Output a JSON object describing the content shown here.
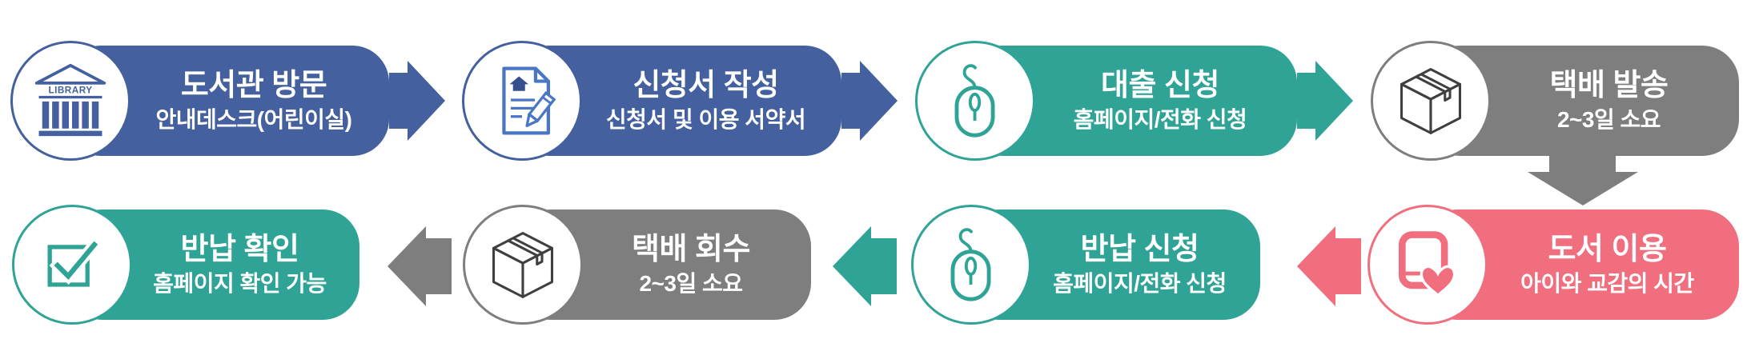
{
  "flow": {
    "title_hint": "library book home-delivery service process",
    "library_icon_text": "LIBRARY",
    "steps": [
      {
        "title": "도서관 방문",
        "subtitle": "안내데스크(어린이실)",
        "accent": "#44609e",
        "icon": "library-building-icon"
      },
      {
        "title": "신청서 작성",
        "subtitle": "신청서 및 이용 서약서",
        "accent": "#44609e",
        "icon": "application-form-pencil-icon"
      },
      {
        "title": "대출 신청",
        "subtitle": "홈페이지/전화 신청",
        "accent": "#2fa396",
        "icon": "computer-mouse-icon"
      },
      {
        "title": "택배 발송",
        "subtitle": "2~3일 소요",
        "accent": "#7e7e7e",
        "icon": "parcel-box-icon"
      },
      {
        "title": "도서 이용",
        "subtitle": "아이와 교감의 시간",
        "accent": "#f16e7e",
        "icon": "book-heart-icon"
      },
      {
        "title": "반납 신청",
        "subtitle": "홈페이지/전화 신청",
        "accent": "#2fa396",
        "icon": "computer-mouse-icon"
      },
      {
        "title": "택배 회수",
        "subtitle": "2~3일 소요",
        "accent": "#7e7e7e",
        "icon": "parcel-box-icon"
      },
      {
        "title": "반납 확인",
        "subtitle": "홈페이지 확인 가능",
        "accent": "#2fa396",
        "icon": "checkbox-check-icon"
      }
    ],
    "arrows": [
      {
        "direction": "right",
        "color": "#44609e"
      },
      {
        "direction": "right",
        "color": "#44609e"
      },
      {
        "direction": "right",
        "color": "#2fa396"
      },
      {
        "direction": "down",
        "color": "#7e7e7e"
      },
      {
        "direction": "left",
        "color": "#f16e7e"
      },
      {
        "direction": "left",
        "color": "#2fa396"
      },
      {
        "direction": "left",
        "color": "#7e7e7e"
      }
    ]
  },
  "colors": {
    "blue": "#44609e",
    "teal": "#2fa396",
    "gray": "#7e7e7e",
    "pink": "#f16e7e",
    "box_icon": "#3f3f3f",
    "document_icon": "#4a76c6",
    "document_house": "#36508f",
    "text": "#ffffff",
    "background": "#ffffff"
  }
}
